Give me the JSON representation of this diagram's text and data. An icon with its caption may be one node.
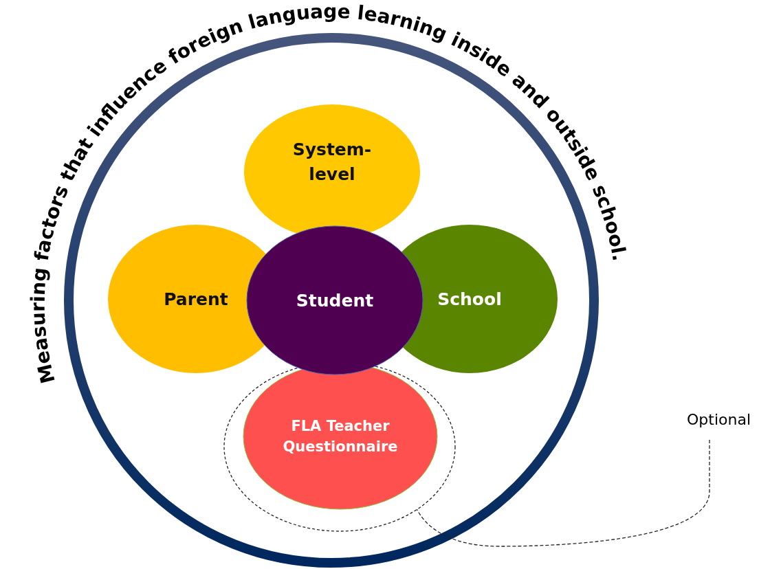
{
  "diagram": {
    "title": "Measuring factors that influence foreign language learning inside and outside school.",
    "nodes": [
      {
        "text": [],
        "shape": "circle"
      },
      {
        "text": [
          "System- level"
        ],
        "in": 0
      },
      {
        "text": [
          "Parent"
        ],
        "in": 0
      },
      {
        "text": [
          "Student"
        ],
        "in": 0
      },
      {
        "text": [
          "School"
        ],
        "in": 0
      },
      {
        "text": [],
        "shape": "circle",
        "in": 0
      },
      {
        "text": [
          "FLA Teacher Questionnaire"
        ],
        "in": 5
      },
      {
        "text": [
          "Optional"
        ]
      }
    ],
    "edges": [
      {
        "from": 7,
        "to": 5,
        "arrow": "none",
        "style": "dashed"
      }
    ]
  }
}
